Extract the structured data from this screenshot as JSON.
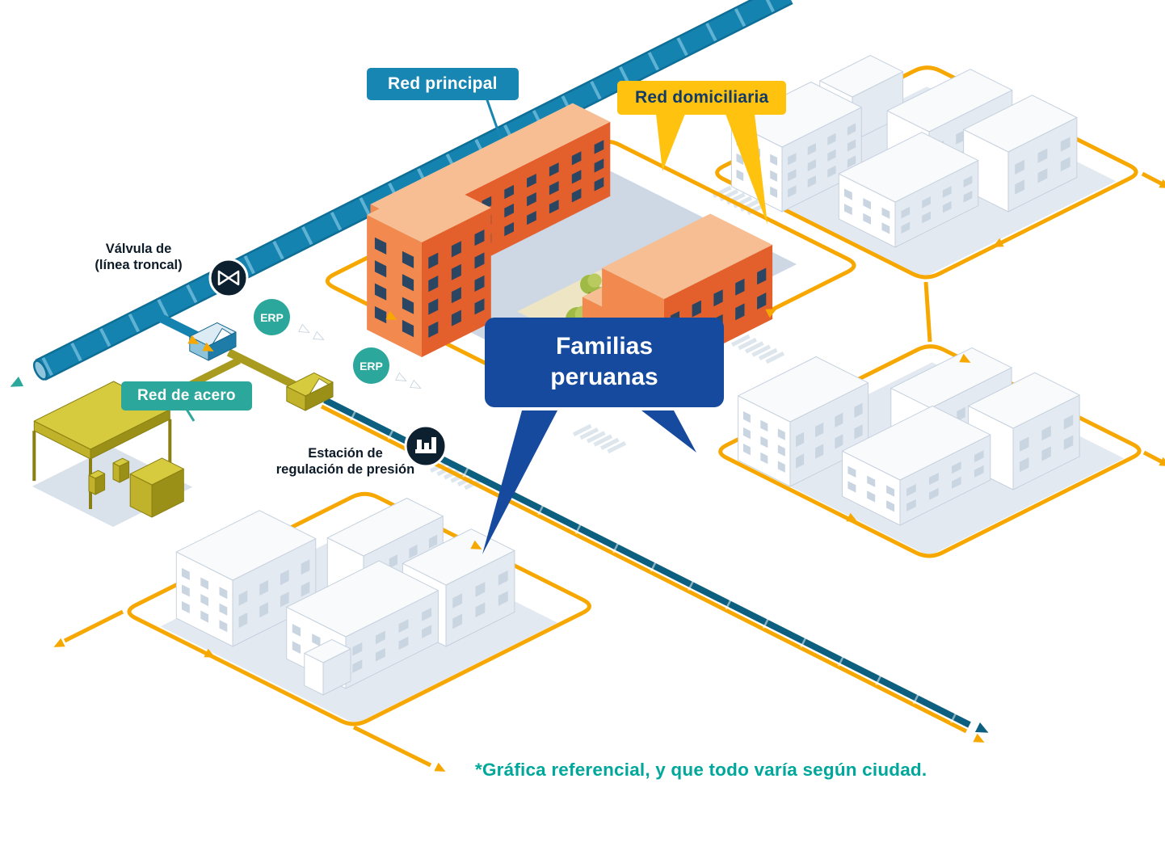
{
  "diagram": {
    "callouts": {
      "red_principal": {
        "label": "Red principal",
        "bg": "#1886B2"
      },
      "red_domiciliaria": {
        "label": "Red domiciliaria",
        "bg": "#FFC20E"
      },
      "red_de_acero": {
        "label": "Red de acero",
        "bg": "#2BA79B"
      },
      "familias_peruanas": {
        "line1": "Familias",
        "line2": "peruanas",
        "bg": "#164A9E"
      }
    },
    "badges": {
      "erp": "ERP"
    },
    "annotations": {
      "valvula": {
        "line1": "Válvula de",
        "line2": "(línea troncal)"
      },
      "estacion": {
        "line1": "Estación de",
        "line2": "regulación de presión"
      }
    },
    "caption": "*Gráfica referencial, y que todo varía según ciudad.",
    "icons": {
      "valve": "pipeline-valve",
      "regulation_station": "district-regulation-station"
    },
    "colors": {
      "main_pipe_blue": "#1583AF",
      "domiciliary_yellow": "#F7A800",
      "callout_yellow": "#FFC20E",
      "bubble_blue": "#164A9E",
      "teal": "#2BA79B",
      "caption_teal": "#00A79B",
      "steel_olive": "#A89B20",
      "building_orange": "#E3602C",
      "dark_navy": "#0D2030"
    }
  }
}
